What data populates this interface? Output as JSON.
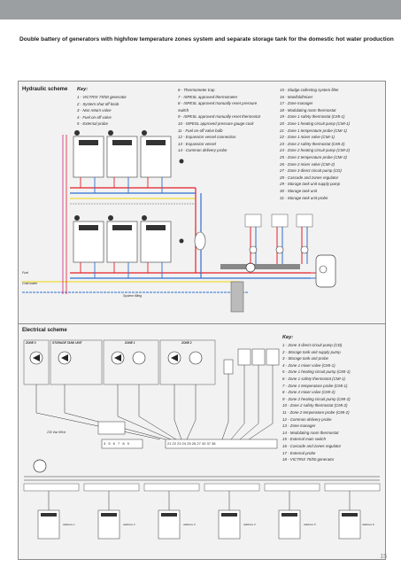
{
  "header": {
    "title": "Double battery of generators with high/low temperature zones system and separate storage tank for the domestic hot water production"
  },
  "hydraulic": {
    "title": "Hydraulic scheme",
    "key_title": "Key:",
    "key_col1": [
      "1 - VICTRIX 75/50 generator",
      "2 - System shut off knob",
      "3 - Non return valve",
      "4 - Fuel on-off valve",
      "5 - External probe"
    ],
    "key_col2": [
      "6 - Thermometer trap",
      "7 - ISPESL approved thermometer",
      "8 - ISPESL approved manually reset pressure",
      "     switch",
      "9 - ISPESL approved manually reset thermostat",
      "10 - ISPESL approved pressure gauge cock",
      "11 - Fuel on-off valve bulb",
      "12 - Expansion vessel connection",
      "13 - Expansion vessel",
      "14 - Common delivery probe"
    ],
    "key_col3": [
      "15 - Sludge collecting system filter",
      "16 - Manifold/mixer",
      "17 - Zone manager",
      "18 - Modulating room thermostat",
      "19 - Zone 1 safety thermostat (CMI-1)",
      "20 - Zone 1 heating circuit pump (CMI-1)",
      "21 - Zone 1 temperature probe (CMI-1)",
      "22 - Zone 1 mixer valve (CMI-1)",
      "23 - Zone 2 safety thermostat (CMI-2)",
      "24 - Zone 2 heating circuit pump (CMI-2)",
      "25 - Zone 2 temperature probe (CMI-2)",
      "26 - Zone 2 mixer valve (CMI-2)",
      "27 - Zone 3 direct circuit pump (CD)",
      "28 - Cascade and zones regulator",
      "29 - Storage tank unit supply pump",
      "30 - Storage tank unit",
      "31 - Storage tank unit probe"
    ],
    "labels": {
      "fuel": "Fuel",
      "cold_water": "Cold water",
      "system_filling": "System filling"
    }
  },
  "electrical": {
    "title": "Electrical scheme",
    "key_title": "Key:",
    "key": [
      "1 - Zone 3 direct circuit pump (CD)",
      "2 - Storage tank unit supply pump",
      "3 - Storage tank unit probe",
      "4 - Zone 1 mixer valve (CMI-1)",
      "5 - Zone 1 heating circuit pump (CMI-1)",
      "6 - Zone 1 safety thermostat (CMI-1)",
      "7 - Zone 1 temperature probe (CMI-1)",
      "8 - Zone 2 mixer valve (CMI-2)",
      "9 - Zone 2 heating circuit pump (CMI-2)",
      "10 - Zone 2 safety thermostat (CMI-2)",
      "11 - Zone 2 temperature probe (CMI-2)",
      "12 - Common delivery probe",
      "13 - Zone manager",
      "14 - Modulating room thermostat",
      "15 - External main switch",
      "16 - Cascade and zones regulator",
      "17 - External probe",
      "18 - VICTRIX 75/50 generator"
    ],
    "zone_labels": [
      "ZONE 3",
      "STORAGE TANK UNIT",
      "ZONE 1",
      "ZONE 2"
    ],
    "power": "230 Vac 50Hz",
    "terminals": "3 5 6 7 8 9",
    "terminals2": "21 22 23 24 25 26 27 33 37 38",
    "boiler_labels": [
      "Address 1",
      "Address 2",
      "Address 3",
      "Address 4",
      "Address 5",
      "Address 6"
    ]
  },
  "page": "15",
  "colors": {
    "red": "#e4202a",
    "blue": "#2e6fd0",
    "magenta": "#d01f8f",
    "yellow": "#f0dc3c",
    "green": "#3a9a3a",
    "panel": "#f2f2f2"
  }
}
